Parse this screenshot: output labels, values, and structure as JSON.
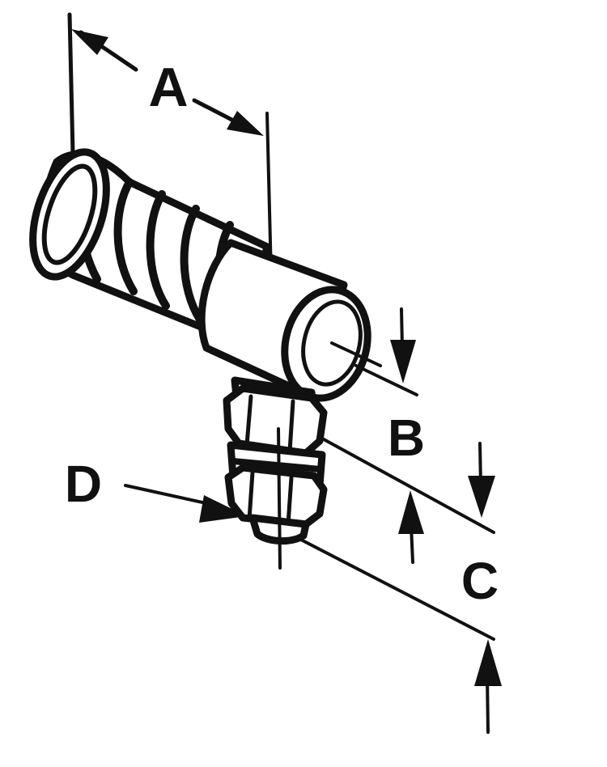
{
  "diagram": {
    "subject": "ball-joint-angle-fitting",
    "labels": {
      "a": "A",
      "b": "B",
      "c": "C",
      "d": "D"
    },
    "colors": {
      "ink": "#111111",
      "background": "#ffffff"
    }
  }
}
